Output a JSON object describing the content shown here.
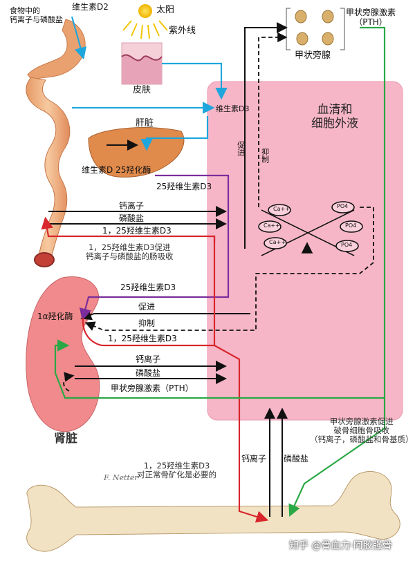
{
  "labels": {
    "food": "食物中的\n钙离子与磷酸盐",
    "vitd2": "维生素D2",
    "sun": "太阳",
    "uv": "紫外线",
    "skin": "皮肤",
    "pth_title": "甲状旁腺激素\n（PTH）",
    "parathyroid": "甲状旁腺",
    "vitd3": "维生素D3",
    "liver": "肝脏",
    "serum": "血清和\n细胞外液",
    "vitd25_enzyme": "维生素D 25羟化酶",
    "vit25d3": "25羟维生素D3",
    "promote_v": "促进",
    "inhibit_v": "抑制",
    "calcium_ion": "钙离子",
    "phosphate": "磷酸盐",
    "vit125d3": "1，25羟维生素D3",
    "gut_note": "1，25羟维生素D3促进\n钙离子与磷酸盐的肠吸收",
    "vit25d3_b": "25羟维生素D3",
    "enzyme_1a": "1α羟化酶",
    "promote": "促进",
    "inhibit": "抑制",
    "vit125d3_b": "1，25羟维生素D3",
    "calcium_ion_b": "钙离子",
    "phosphate_b": "磷酸盐",
    "pth_b": "甲状旁腺激素（PTH）",
    "kidney": "肾脏",
    "pth_note": "甲状旁腺激素促进\n破骨细胞骨吸收\n（钙离子，磷酸盐和骨基质）",
    "calcium_up": "钙离子",
    "phosphate_up": "磷酸盐",
    "bone_note": "1，25羟维生素D3\n对正常骨矿化是必要的",
    "ca1": "Ca++",
    "ca2": "Ca++",
    "ca3": "Ca++",
    "po1": "PO4",
    "po2": "PO4",
    "po3": "PO4",
    "signature": "F. Netter",
    "watermark": "知乎 @骨血力·阿胶强骨"
  },
  "colors": {
    "serum": "#f6b6c8",
    "blue": "#1fa6dc",
    "purple": "#7b2d9c",
    "red": "#d8262c",
    "green": "#2aa845",
    "black": "#111111",
    "organ": "#e8a36a",
    "kidney": "#f08a8c",
    "bone": "#f2e2c4"
  }
}
